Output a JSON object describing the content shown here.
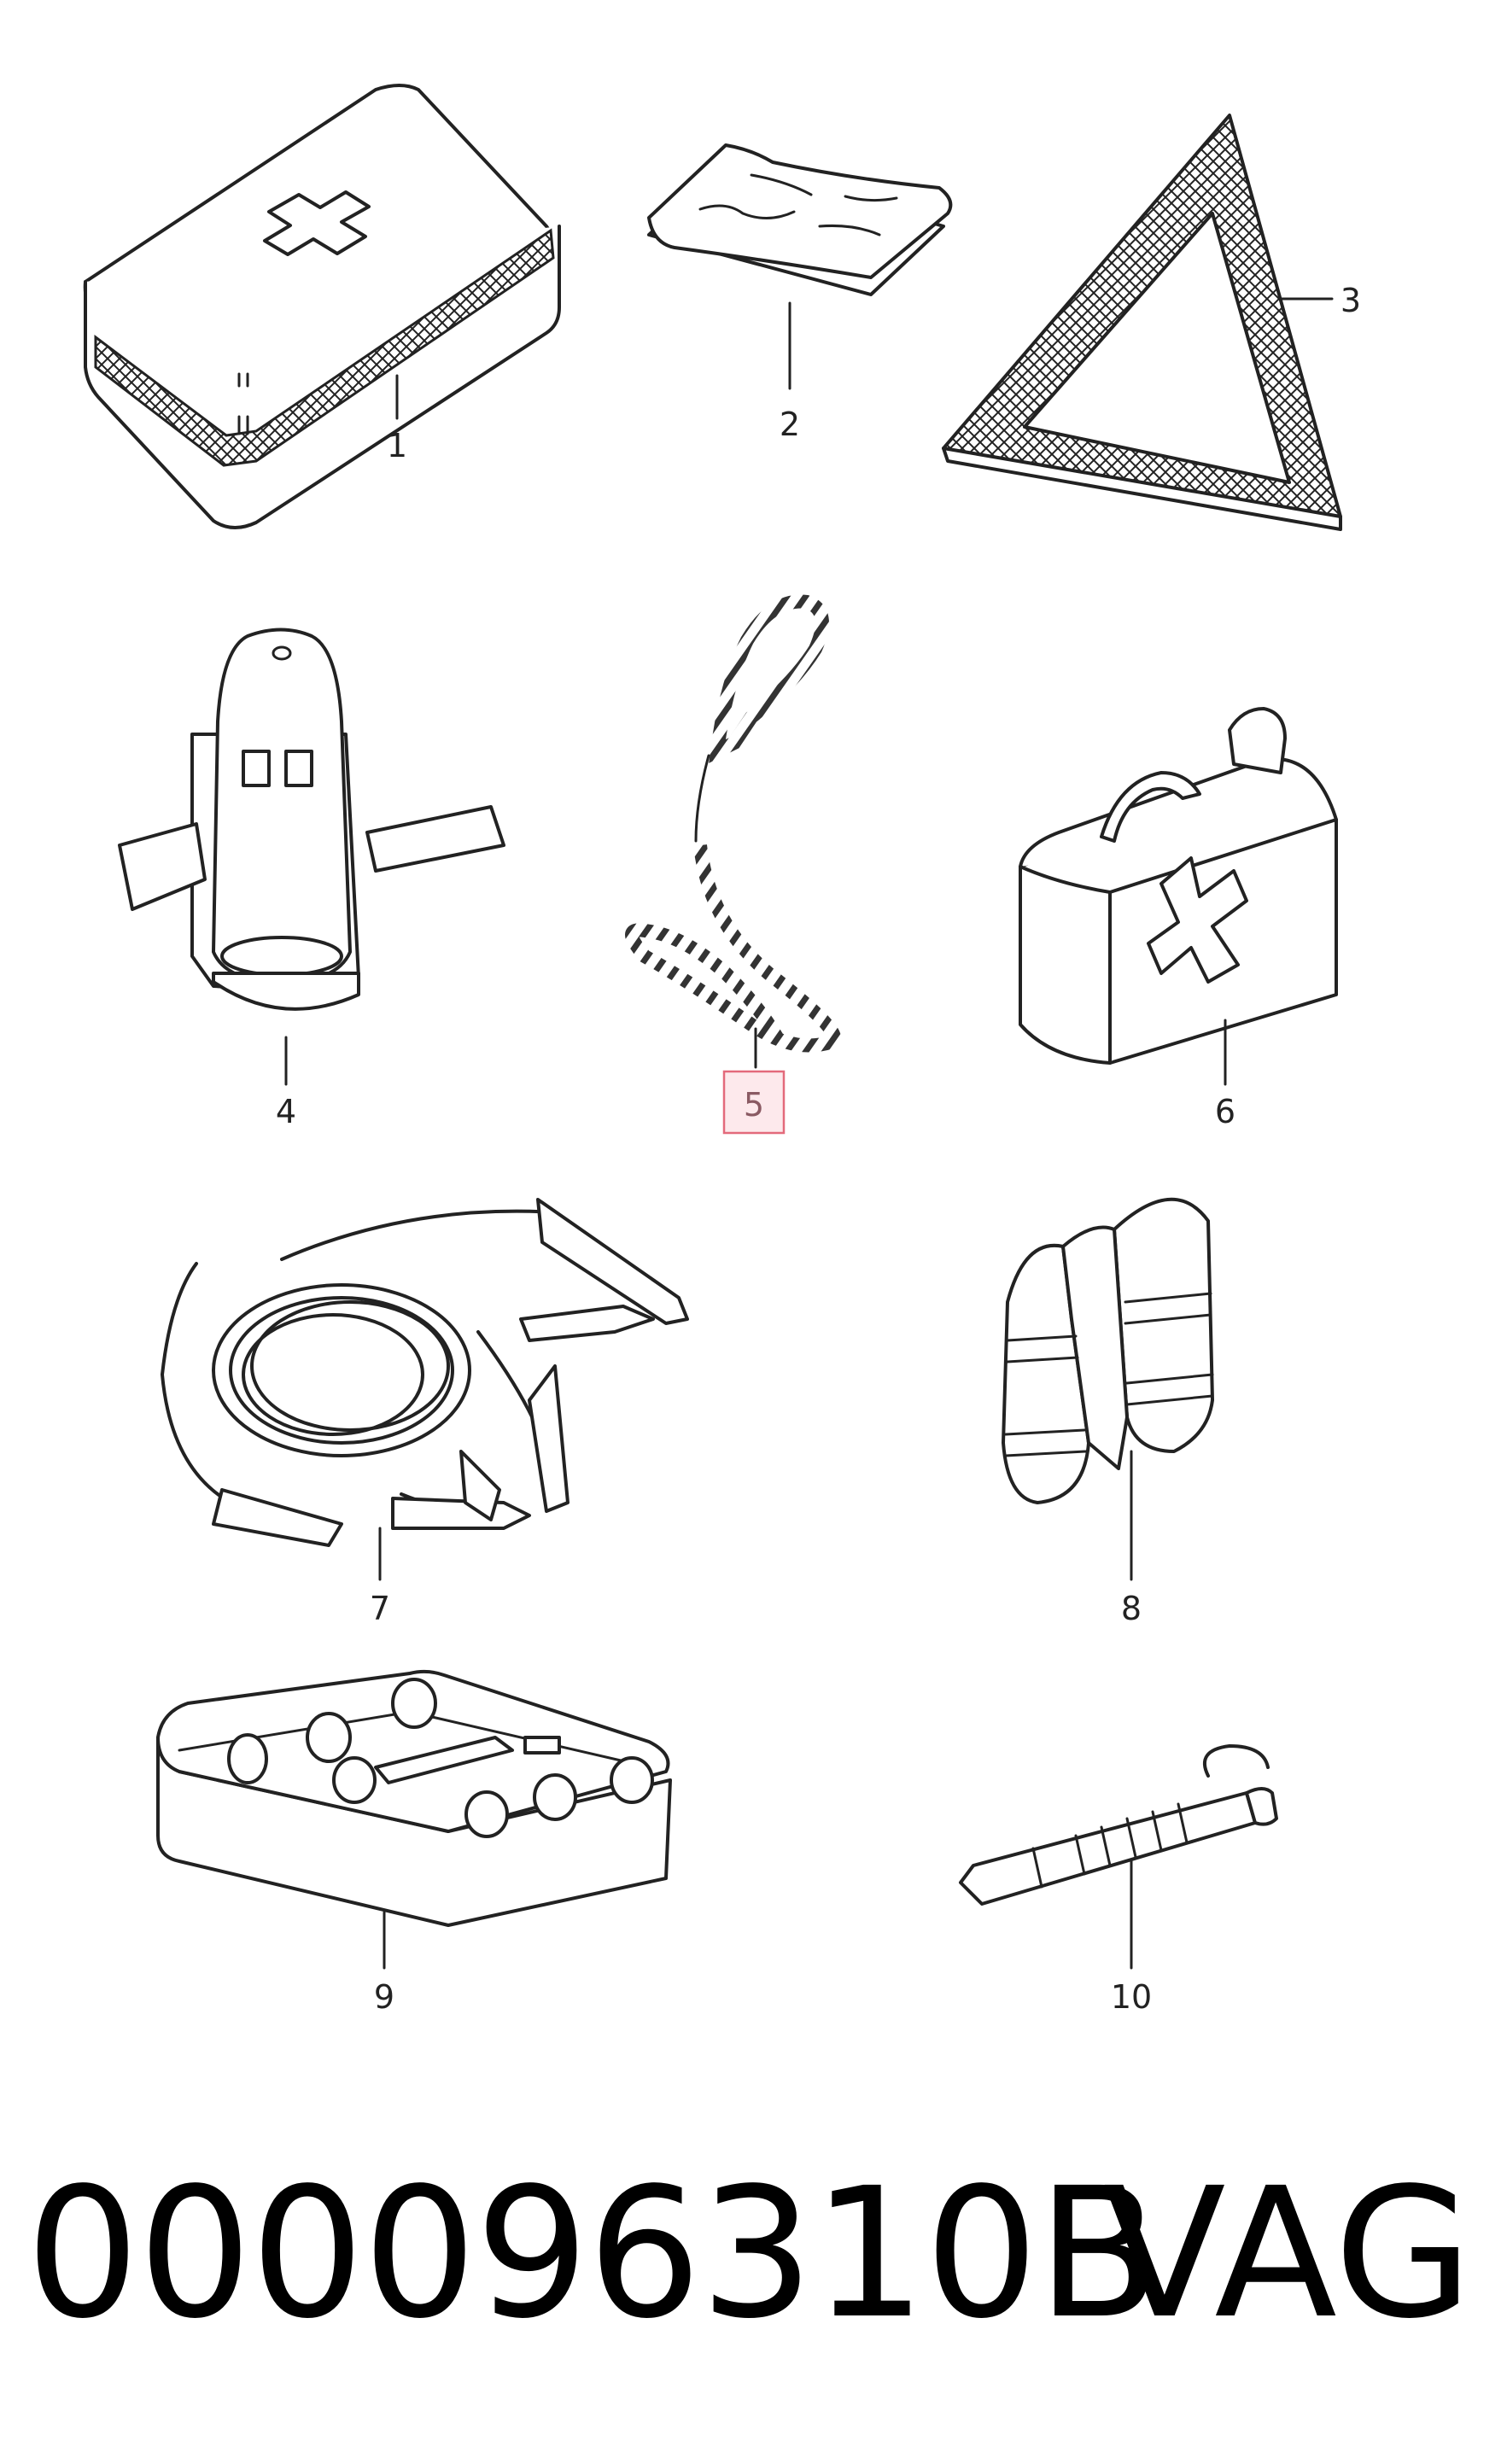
{
  "callouts": [
    {
      "id": "1",
      "label": "1",
      "highlighted": false
    },
    {
      "id": "2",
      "label": "2",
      "highlighted": false
    },
    {
      "id": "3",
      "label": "3",
      "highlighted": false
    },
    {
      "id": "4",
      "label": "4",
      "highlighted": false
    },
    {
      "id": "5",
      "label": "5",
      "highlighted": true
    },
    {
      "id": "6",
      "label": "6",
      "highlighted": false
    },
    {
      "id": "7",
      "label": "7",
      "highlighted": false
    },
    {
      "id": "8",
      "label": "8",
      "highlighted": false
    },
    {
      "id": "9",
      "label": "9",
      "highlighted": false
    },
    {
      "id": "10",
      "label": "10",
      "highlighted": false
    }
  ],
  "parts": [
    {
      "callout": "1",
      "icon": "first-aid-kit-icon"
    },
    {
      "callout": "2",
      "icon": "folded-blanket-icon"
    },
    {
      "callout": "3",
      "icon": "warning-triangle-icon"
    },
    {
      "callout": "4",
      "icon": "fire-extinguisher-icon"
    },
    {
      "callout": "5",
      "icon": "tow-rope-icon"
    },
    {
      "callout": "6",
      "icon": "fuel-canister-icon"
    },
    {
      "callout": "7",
      "icon": "jumper-cables-icon"
    },
    {
      "callout": "8",
      "icon": "safety-vest-icon"
    },
    {
      "callout": "9",
      "icon": "tool-tray-icon"
    },
    {
      "callout": "10",
      "icon": "towing-eye-icon"
    }
  ],
  "footer": {
    "part_number": "000096310B",
    "brand": "VAG"
  },
  "colors": {
    "line": "#222222",
    "highlight_border": "#e36a7b",
    "highlight_fill": "#fde9ec",
    "background": "#ffffff"
  }
}
